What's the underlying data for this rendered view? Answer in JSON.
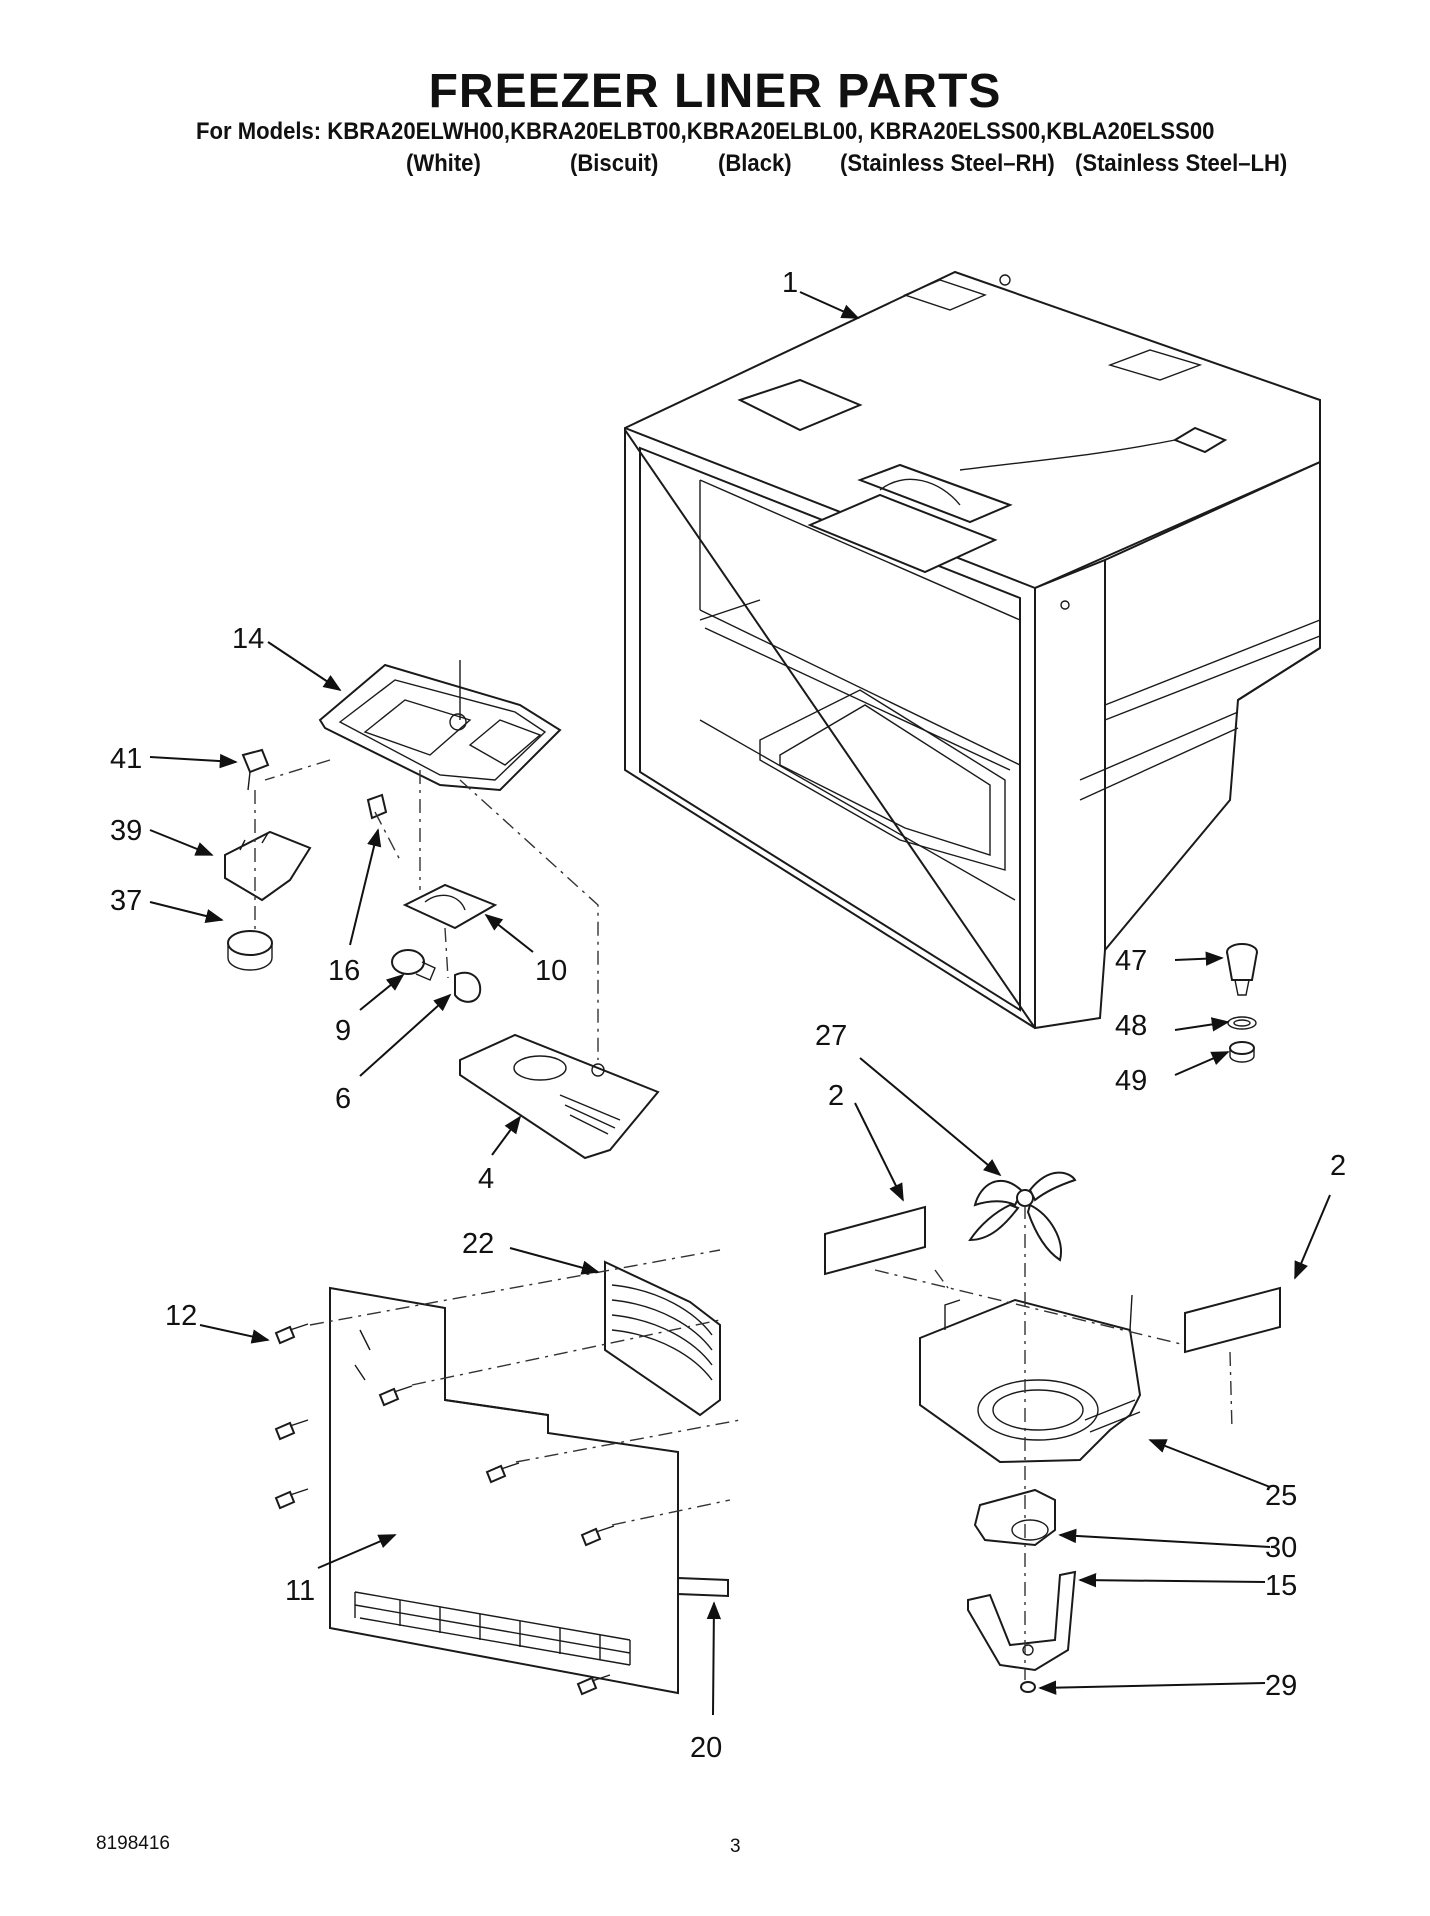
{
  "title": "FREEZER LINER PARTS",
  "models_line": "For Models: KBRA20ELWH00,KBRA20ELBT00,KBRA20ELBL00, KBRA20ELSS00,KBLA20ELSS00",
  "variants": [
    "(White)",
    "(Biscuit)",
    "(Black)",
    "(Stainless Steel–RH)",
    "(Stainless Steel–LH)"
  ],
  "callouts": {
    "c1": "1",
    "c2a": "2",
    "c2b": "2",
    "c4": "4",
    "c6": "6",
    "c9": "9",
    "c10": "10",
    "c11": "11",
    "c12": "12",
    "c14": "14",
    "c15": "15",
    "c16": "16",
    "c20": "20",
    "c22": "22",
    "c25": "25",
    "c27": "27",
    "c29": "29",
    "c30": "30",
    "c37": "37",
    "c39": "39",
    "c41": "41",
    "c47": "47",
    "c48": "48",
    "c49": "49"
  },
  "footer": {
    "doc_number": "8198416",
    "page_number": "3"
  }
}
